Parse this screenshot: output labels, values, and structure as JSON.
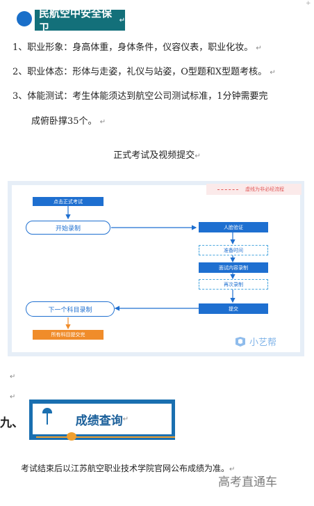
{
  "section1": {
    "title": "民航空中安全保卫",
    "items": [
      {
        "text": "1、职业形象：身高体重，身体条件，仪容仪表，职业化妆。"
      },
      {
        "text": "2、职业体态：形体与走姿，礼仪与站姿，O型题和X型题考核。"
      },
      {
        "text": "3、体能测试：考生体能须达到航空公司测试标准，1分钟需要完"
      },
      {
        "text": "成俯卧撑35个。"
      }
    ]
  },
  "exam_title": "正式考试及视频提交",
  "flowchart": {
    "legend": "虚线为非必经流程",
    "start": "点击正式考试",
    "begin_record": "开始录制",
    "face_verify": "人脸验证",
    "prep_time": "准备时间",
    "content_record": "面试内容录制",
    "re_record": "再次录制",
    "submit": "提交",
    "next_subject": "下一个科目录制",
    "all_done": "所有科目提交完",
    "logo_text": "小艺帮"
  },
  "section9": {
    "number": "九、",
    "title": "成绩查询"
  },
  "final_text": "考试结束后以江苏航空职业技术学院官网公布成绩为准。",
  "watermark": "高考直通车",
  "para_mark": "↵",
  "colors": {
    "teal": "#13707a",
    "blue": "#1e6fd0",
    "orange": "#f08c2a",
    "banner_blue": "#1a6fb0"
  }
}
